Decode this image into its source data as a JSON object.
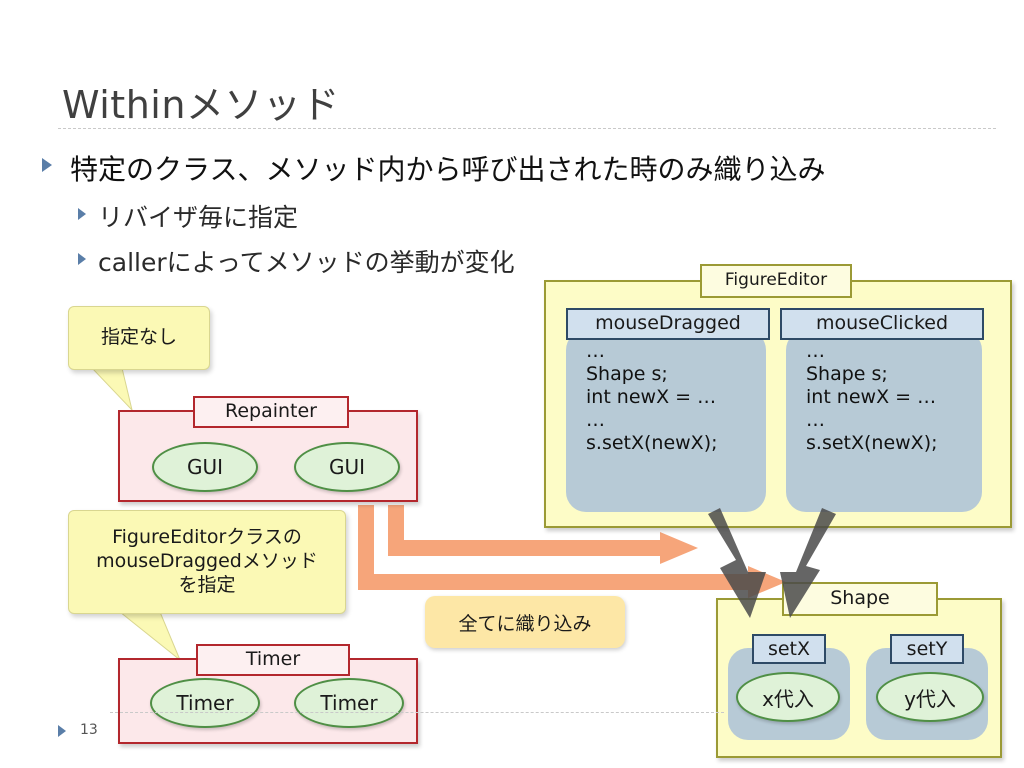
{
  "slide": {
    "title": "Withinメソッド",
    "page_number": "13"
  },
  "bullets": {
    "main": "特定のクラス、メソッド内から呼び出された時のみ織り込み",
    "sub1": "リバイザ毎に指定",
    "sub2": "callerによってメソッドの挙動が変化"
  },
  "callouts": {
    "no_spec": "指定なし",
    "spec_line1": "FigureEditorクラスの",
    "spec_line2": "mouseDraggedメソッド",
    "spec_line3": "を指定",
    "weave_all": "全てに織り込み"
  },
  "repainter": {
    "label": "Repainter",
    "ovals": [
      "GUI",
      "GUI"
    ]
  },
  "timer": {
    "label": "Timer",
    "ovals": [
      "Timer",
      "Timer"
    ]
  },
  "figure_editor": {
    "label": "FigureEditor",
    "methods": [
      {
        "name": "mouseDragged",
        "code": [
          "…",
          "Shape s;",
          "int newX = …",
          "…",
          "s.setX(newX);"
        ]
      },
      {
        "name": "mouseClicked",
        "code": [
          "…",
          "Shape s;",
          "int newX = …",
          "…",
          "s.setX(newX);"
        ]
      }
    ]
  },
  "shape": {
    "label": "Shape",
    "methods": [
      {
        "name": "setX",
        "action": "x代入"
      },
      {
        "name": "setY",
        "action": "y代入"
      }
    ]
  },
  "colors": {
    "accent_blue": "#5a7ea8",
    "repainter_border": "#b3272d",
    "figure_border": "#9b9a35",
    "orange_arrow": "#f6a57a",
    "dark_arrow": "#4a4a4a"
  }
}
